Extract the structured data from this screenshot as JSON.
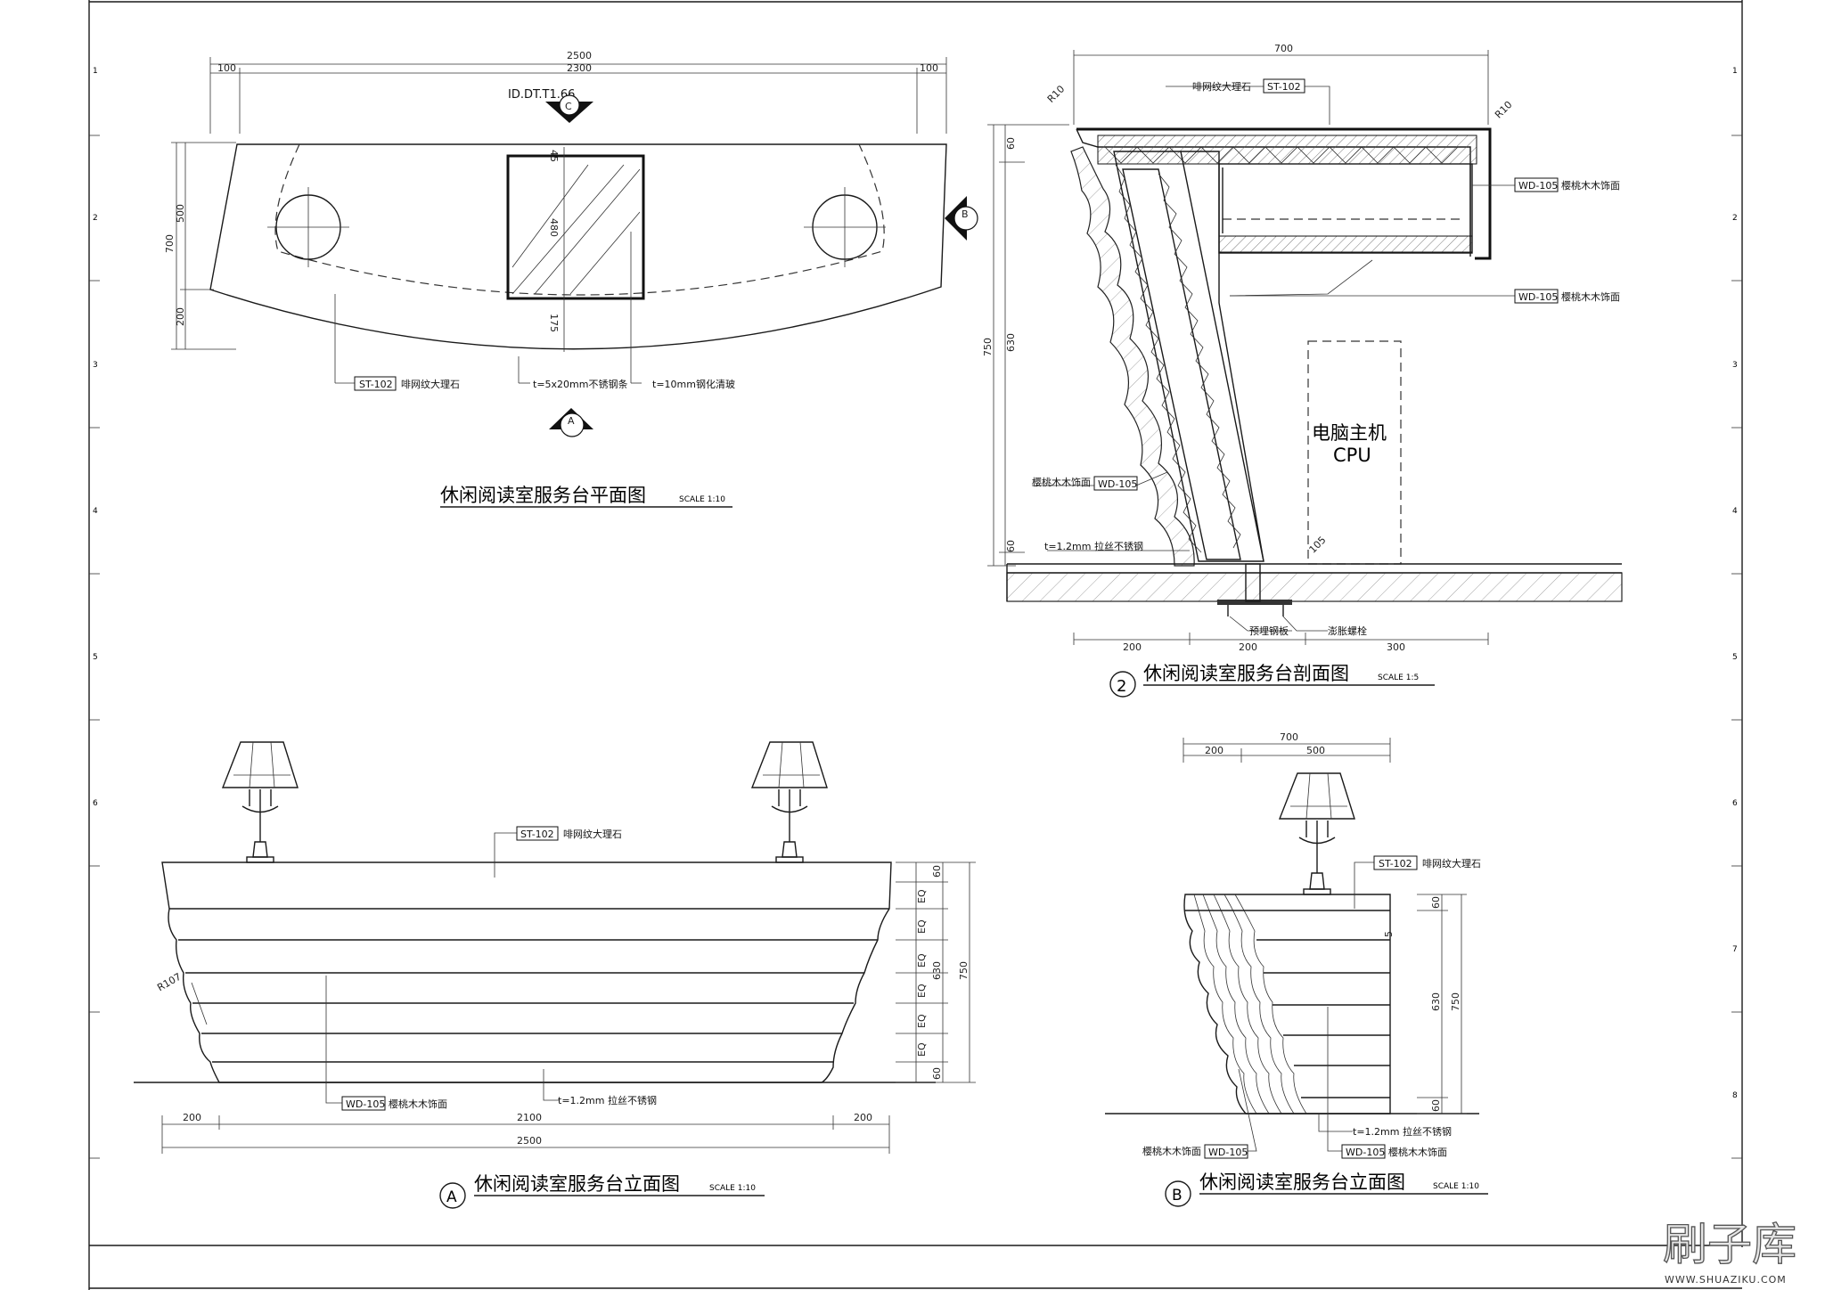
{
  "plan": {
    "title": "休闲阅读室服务台平面图",
    "scale": "SCALE 1:10",
    "ref": "ID.DT.T1.66",
    "marker_c": "C",
    "marker_b": "B",
    "marker_a": "A",
    "dims": {
      "total": "2500",
      "inner": "2300",
      "left": "100",
      "right": "100",
      "depth": "700",
      "d500": "500",
      "d200": "200",
      "g45": "45",
      "g480": "480",
      "g175": "175"
    },
    "label_st": "ST-102",
    "label_st_text": "啡网纹大理石",
    "label_steel": "t=5x20mm不锈钢条",
    "label_glass": "t=10mm钢化清玻"
  },
  "section": {
    "num": "2",
    "title": "休闲阅读室服务台剖面图",
    "scale": "SCALE 1:5",
    "dims": {
      "top": "700",
      "h750": "750",
      "h60a": "60",
      "h630": "630",
      "h60b": "60",
      "b200a": "200",
      "b200b": "200",
      "b300": "300",
      "r10a": "R10",
      "r10b": "R10",
      "d105": "105"
    },
    "st_tag": "ST-102",
    "st_text": "啡网纹大理石",
    "wd_tag1": "WD-105",
    "wd_text1": "樱桃木木饰面",
    "wd_tag2": "WD-105",
    "wd_text2": "樱桃木木饰面",
    "wd_tag3": "WD-105",
    "wd_text3": "樱桃木木饰面",
    "steel_text": "t=1.2mm 拉丝不锈钢",
    "plate_text": "预埋钢板",
    "bolt_text": "澎胀螺栓",
    "cpu_cn": "电脑主机",
    "cpu_en": "CPU"
  },
  "elevA": {
    "letter": "A",
    "title": "休闲阅读室服务台立面图",
    "scale": "SCALE 1:10",
    "st_tag": "ST-102",
    "st_text": "啡网纹大理石",
    "wd_tag": "WD-105",
    "wd_text": "樱桃木木饰面",
    "steel_text": "t=1.2mm 拉丝不锈钢",
    "r107": "R107",
    "dims": {
      "b200a": "200",
      "b2100": "2100",
      "b200b": "200",
      "b2500": "2500",
      "h60": "60",
      "eq": "EQ",
      "h630": "630",
      "h750": "750",
      "h60b": "60"
    }
  },
  "elevB": {
    "letter": "B",
    "title": "休闲阅读室服务台立面图",
    "scale": "SCALE 1:10",
    "st_tag": "ST-102",
    "st_text": "啡网纹大理石",
    "wd_tag1": "WD-105",
    "wd_text1": "樱桃木木饰面",
    "wd_tag2": "WD-105",
    "wd_text2": "樱桃木木饰面",
    "steel_text": "t=1.2mm 拉丝不锈钢",
    "dims": {
      "t700": "700",
      "t200": "200",
      "t500": "500",
      "h60": "60",
      "h630": "630",
      "h750": "750",
      "h60b": "60",
      "d5": "5"
    }
  },
  "border": {
    "left_nums": [
      "1",
      "2",
      "3",
      "4",
      "5",
      "6"
    ],
    "right_nums": [
      "1",
      "2",
      "3",
      "4",
      "5",
      "6",
      "7",
      "8"
    ]
  },
  "watermark": {
    "cn": "刷子库",
    "url": "WWW.SHUAZIKU.COM"
  }
}
